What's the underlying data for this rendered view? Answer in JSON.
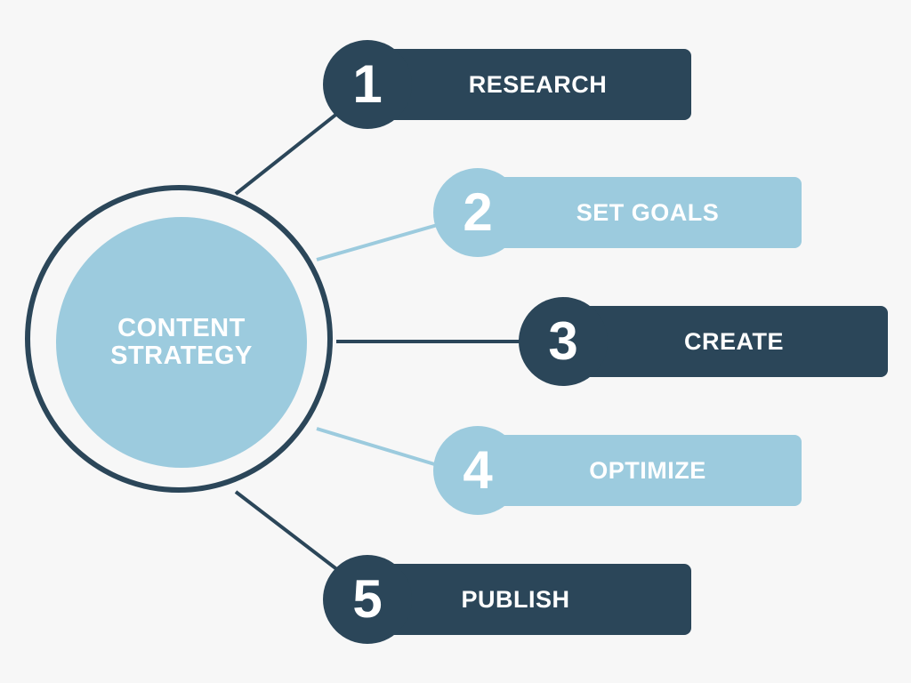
{
  "colors": {
    "dark": "#2b4659",
    "light": "#9ccbde",
    "background": "#f7f7f7",
    "text": "#ffffff"
  },
  "center": {
    "line1": "CONTENT",
    "line2": "STRATEGY"
  },
  "steps": [
    {
      "number": "1",
      "label": "RESEARCH",
      "tone": "dark"
    },
    {
      "number": "2",
      "label": "SET GOALS",
      "tone": "light"
    },
    {
      "number": "3",
      "label": "CREATE",
      "tone": "dark"
    },
    {
      "number": "4",
      "label": "OPTIMIZE",
      "tone": "light"
    },
    {
      "number": "5",
      "label": "PUBLISH",
      "tone": "dark"
    }
  ]
}
